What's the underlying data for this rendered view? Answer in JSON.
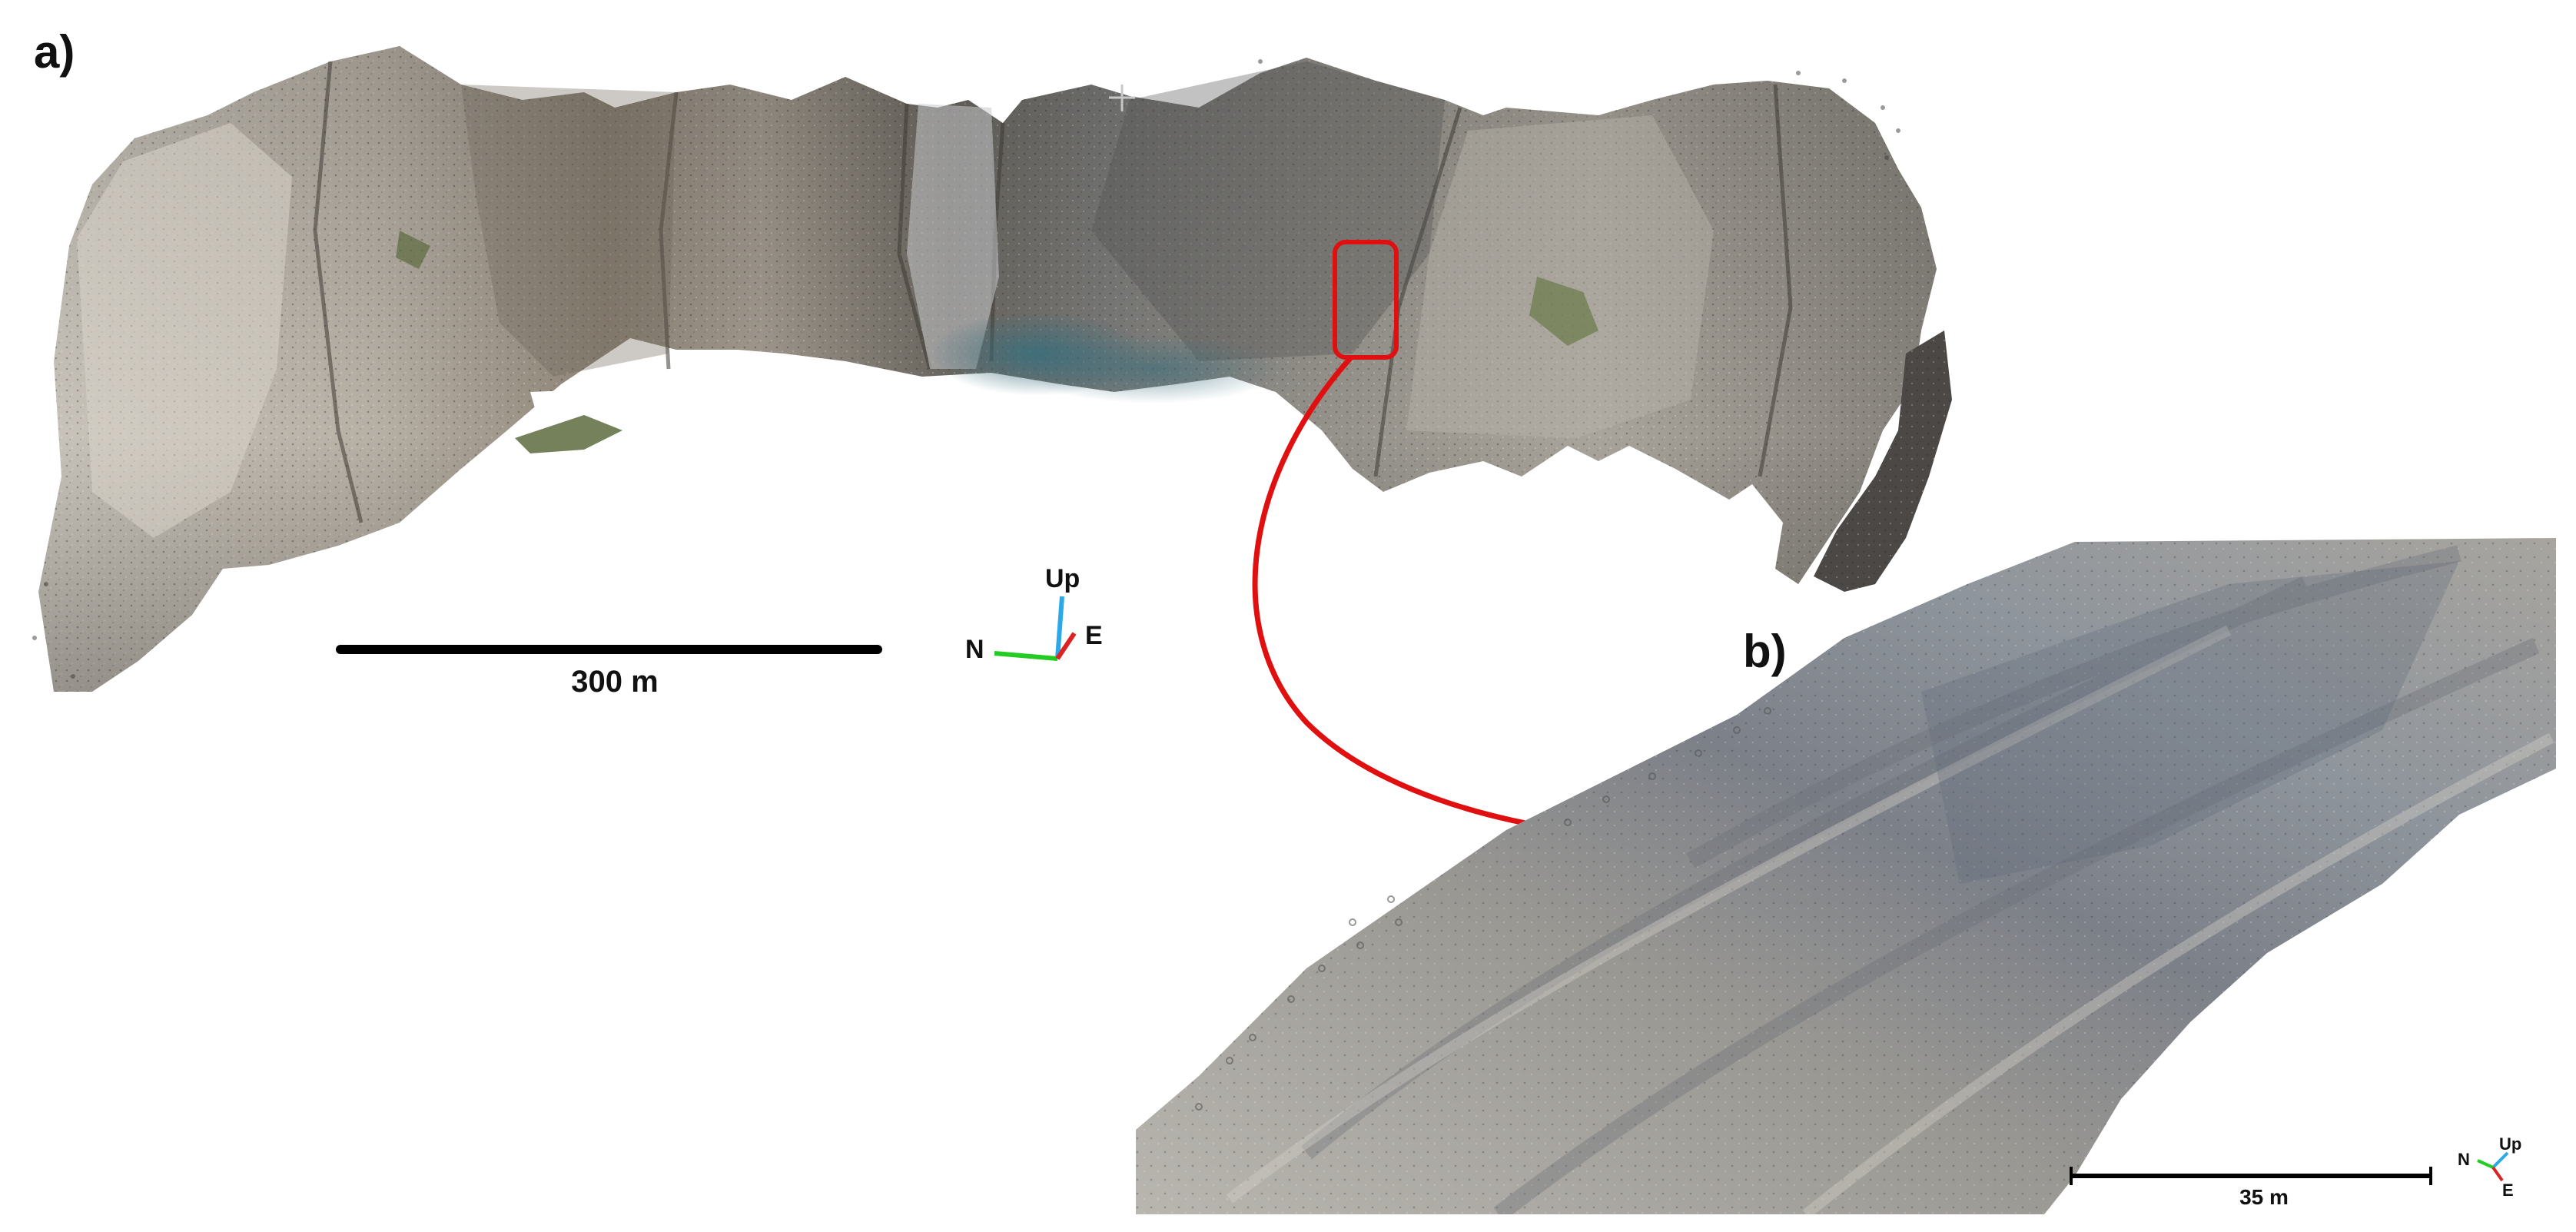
{
  "figure": {
    "panel_a": {
      "label": "a)",
      "scale_bar": {
        "label": "300 m"
      },
      "orientation": {
        "up": "Up",
        "north": "N",
        "east": "E"
      }
    },
    "panel_b": {
      "label": "b)",
      "scale_bar": {
        "label": "35 m"
      },
      "orientation": {
        "up": "Up",
        "north": "N",
        "east": "E"
      }
    },
    "colors": {
      "highlight": "#e01010",
      "rock_light": "#b8b4ac",
      "rock_dark": "#5e5b56",
      "vegetation": "#5d6b3e",
      "up_axis": "#2ba8e8",
      "north_axis": "#22cc22",
      "east_axis": "#dd2222"
    }
  }
}
